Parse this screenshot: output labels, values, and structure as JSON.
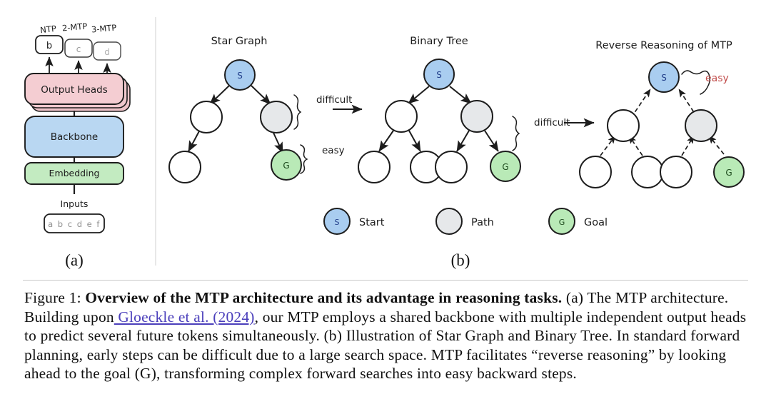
{
  "figure": {
    "panel_a": {
      "label": "(a)",
      "head_labels": [
        "NTP",
        "2-MTP",
        "3-MTP"
      ],
      "head_tokens": [
        "b",
        "c",
        "d"
      ],
      "blocks": [
        {
          "name": "output-heads",
          "label": "Output Heads",
          "color": "#f4cdd2"
        },
        {
          "name": "backbone",
          "label": "Backbone",
          "color": "#b9d7f2"
        },
        {
          "name": "embedding",
          "label": "Embedding",
          "color": "#c3ebc1"
        }
      ],
      "inputs_label": "Inputs",
      "inputs_tokens": "a b c d e f"
    },
    "panel_b": {
      "label": "(b)",
      "subpanels": [
        {
          "name": "star-graph",
          "title": "Star Graph",
          "annotations": [
            "difficult",
            "easy"
          ]
        },
        {
          "name": "binary-tree",
          "title": "Binary Tree",
          "annotations": [
            "difficult"
          ]
        },
        {
          "name": "reverse-reasoning",
          "title": "Reverse Reasoning of MTP",
          "annotations": [
            "easy"
          ]
        }
      ],
      "legend": [
        {
          "name": "legend-start",
          "token": "S",
          "label": "Start",
          "color": "#a9cdf0"
        },
        {
          "name": "legend-path",
          "token": "",
          "label": "Path",
          "color": "#e6e8ea"
        },
        {
          "name": "legend-goal",
          "token": "G",
          "label": "Goal",
          "color": "#b9eab7"
        }
      ]
    },
    "colors": {
      "start_node": "#a9cdf0",
      "path_node": "#e6e8ea",
      "goal_node": "#b9eab7",
      "empty_node": "#ffffff",
      "stroke": "#1d1d1d",
      "easy_text": "#c2504e",
      "difficult_text": "#1d1d1d",
      "citation_link": "#4b3fbb"
    }
  },
  "caption": {
    "prefix": "Figure 1: ",
    "bold": "Overview of the MTP architecture and its advantage in reasoning tasks.",
    "body_1": " (a) The MTP architecture. Building upon",
    "citation": " Gloeckle et al. (2024)",
    "body_2": ", our MTP employs a shared backbone with multiple independent output heads to predict several future tokens simultaneously. (b) Illustration of Star Graph and Binary Tree. In standard forward planning, early steps can be difficult due to a large search space. MTP facilitates “reverse reasoning” by looking ahead to the goal (G), transforming complex forward searches into easy backward steps."
  }
}
